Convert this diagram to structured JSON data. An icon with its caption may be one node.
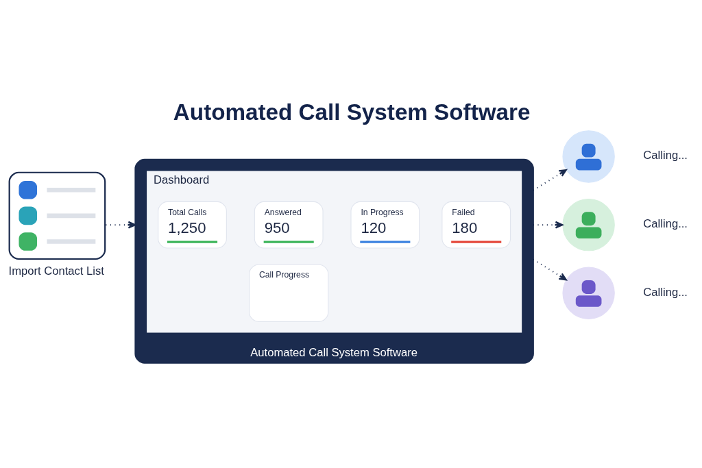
{
  "diagram": {
    "title": "Automated Call System Software",
    "nodes": [
      {
        "text": [
          "Import Contact List"
        ]
      },
      {
        "text": [
          "Automated Call System Software"
        ]
      },
      {
        "text": [
          "Dashboard"
        ],
        "in": 1
      },
      {
        "text": [
          "Total Calls",
          "1,250"
        ],
        "in": 2
      },
      {
        "text": [
          "Answered",
          "950"
        ],
        "in": 2
      },
      {
        "text": [
          "In Progress",
          "120"
        ],
        "in": 2
      },
      {
        "text": [
          "Failed",
          "180"
        ],
        "in": 2
      },
      {
        "text": [
          "Call Progress"
        ],
        "in": 2
      },
      {
        "text": [],
        "shape": "person",
        "beside": [
          "Calling..."
        ]
      },
      {
        "text": [],
        "shape": "person",
        "beside": [
          "Calling..."
        ]
      },
      {
        "text": [],
        "shape": "person",
        "beside": [
          "Calling..."
        ]
      }
    ],
    "edges": [
      {
        "from": 0,
        "to": 1,
        "arrow": "to",
        "style": "dashed"
      },
      {
        "from": 1,
        "to": 8,
        "arrow": "to",
        "style": "dashed"
      },
      {
        "from": 1,
        "to": 9,
        "arrow": "to",
        "style": "dashed"
      },
      {
        "from": 1,
        "to": 10,
        "arrow": "to",
        "style": "dashed"
      }
    ]
  }
}
